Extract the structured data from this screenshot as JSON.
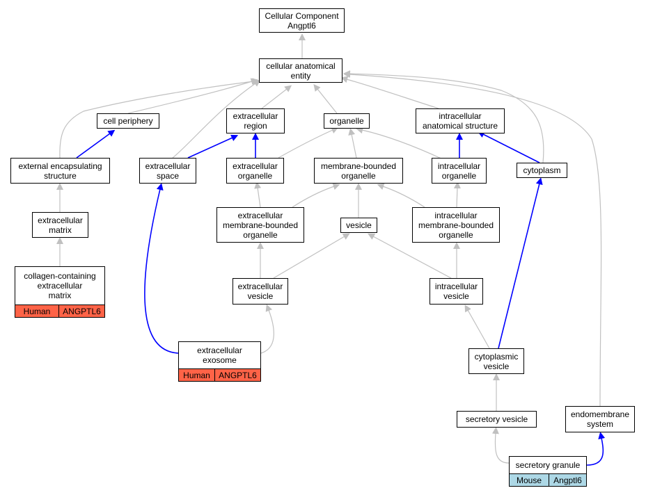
{
  "nodes": {
    "root": {
      "label": "Cellular Component\nAngptl6"
    },
    "cae": {
      "label": "cellular anatomical\nentity"
    },
    "cell_periphery": {
      "label": "cell periphery"
    },
    "ec_region": {
      "label": "extracellular\nregion"
    },
    "organelle": {
      "label": "organelle"
    },
    "ic_anat": {
      "label": "intracellular\nanatomical structure"
    },
    "ext_encaps": {
      "label": "external encapsulating\nstructure"
    },
    "ec_space": {
      "label": "extracellular\nspace"
    },
    "ec_organelle": {
      "label": "extracellular\norganelle"
    },
    "mb_organelle": {
      "label": "membrane-bounded\norganelle"
    },
    "ic_organelle": {
      "label": "intracellular\norganelle"
    },
    "cytoplasm": {
      "label": "cytoplasm"
    },
    "ec_matrix": {
      "label": "extracellular\nmatrix"
    },
    "ec_mb_organelle": {
      "label": "extracellular\nmembrane-bounded\norganelle"
    },
    "vesicle": {
      "label": "vesicle"
    },
    "ic_mb_organelle": {
      "label": "intracellular\nmembrane-bounded\norganelle"
    },
    "collagen": {
      "label": "collagen-containing\nextracellular\nmatrix",
      "species": "Human",
      "gene": "ANGPTL6"
    },
    "ec_vesicle": {
      "label": "extracellular\nvesicle"
    },
    "ic_vesicle": {
      "label": "intracellular\nvesicle"
    },
    "ec_exosome": {
      "label": "extracellular\nexosome",
      "species": "Human",
      "gene": "ANGPTL6"
    },
    "cyto_vesicle": {
      "label": "cytoplasmic\nvesicle"
    },
    "secretory_vesicle": {
      "label": "secretory vesicle"
    },
    "endomembrane": {
      "label": "endomembrane\nsystem"
    },
    "secretory_granule": {
      "label": "secretory granule",
      "species": "Mouse",
      "gene": "Angptl6"
    }
  },
  "edges": [
    {
      "from": "cae",
      "to": "root",
      "relation": "is_a"
    },
    {
      "from": "cell_periphery",
      "to": "cae",
      "relation": "is_a"
    },
    {
      "from": "ec_region",
      "to": "cae",
      "relation": "is_a"
    },
    {
      "from": "organelle",
      "to": "cae",
      "relation": "is_a"
    },
    {
      "from": "ic_anat",
      "to": "cae",
      "relation": "is_a"
    },
    {
      "from": "ext_encaps",
      "to": "cae",
      "relation": "is_a"
    },
    {
      "from": "ec_space",
      "to": "cae",
      "relation": "is_a"
    },
    {
      "from": "cytoplasm",
      "to": "cae",
      "relation": "is_a"
    },
    {
      "from": "endomembrane",
      "to": "cae",
      "relation": "is_a"
    },
    {
      "from": "ext_encaps",
      "to": "cell_periphery",
      "relation": "part_of"
    },
    {
      "from": "ec_space",
      "to": "ec_region",
      "relation": "part_of"
    },
    {
      "from": "ec_organelle",
      "to": "ec_region",
      "relation": "part_of"
    },
    {
      "from": "ec_organelle",
      "to": "organelle",
      "relation": "is_a"
    },
    {
      "from": "mb_organelle",
      "to": "organelle",
      "relation": "is_a"
    },
    {
      "from": "ic_organelle",
      "to": "organelle",
      "relation": "is_a"
    },
    {
      "from": "ic_organelle",
      "to": "ic_anat",
      "relation": "part_of"
    },
    {
      "from": "cytoplasm",
      "to": "ic_anat",
      "relation": "part_of"
    },
    {
      "from": "ec_matrix",
      "to": "ext_encaps",
      "relation": "is_a"
    },
    {
      "from": "ec_mb_organelle",
      "to": "ec_organelle",
      "relation": "is_a"
    },
    {
      "from": "ec_mb_organelle",
      "to": "mb_organelle",
      "relation": "is_a"
    },
    {
      "from": "vesicle",
      "to": "mb_organelle",
      "relation": "is_a"
    },
    {
      "from": "ic_mb_organelle",
      "to": "mb_organelle",
      "relation": "is_a"
    },
    {
      "from": "ic_mb_organelle",
      "to": "ic_organelle",
      "relation": "is_a"
    },
    {
      "from": "collagen",
      "to": "ec_matrix",
      "relation": "is_a"
    },
    {
      "from": "ec_vesicle",
      "to": "ec_mb_organelle",
      "relation": "is_a"
    },
    {
      "from": "ec_vesicle",
      "to": "vesicle",
      "relation": "is_a"
    },
    {
      "from": "ic_vesicle",
      "to": "vesicle",
      "relation": "is_a"
    },
    {
      "from": "ic_vesicle",
      "to": "ic_mb_organelle",
      "relation": "is_a"
    },
    {
      "from": "ec_exosome",
      "to": "ec_vesicle",
      "relation": "is_a"
    },
    {
      "from": "ec_exosome",
      "to": "ec_space",
      "relation": "part_of"
    },
    {
      "from": "cyto_vesicle",
      "to": "ic_vesicle",
      "relation": "is_a"
    },
    {
      "from": "cyto_vesicle",
      "to": "cytoplasm",
      "relation": "part_of"
    },
    {
      "from": "secretory_vesicle",
      "to": "cyto_vesicle",
      "relation": "is_a"
    },
    {
      "from": "secretory_granule",
      "to": "secretory_vesicle",
      "relation": "is_a"
    },
    {
      "from": "secretory_granule",
      "to": "endomembrane",
      "relation": "part_of"
    }
  ],
  "colors": {
    "is_a": "#c0c0c0",
    "part_of": "#0000ff",
    "human": "#ff6347",
    "mouse": "#add8e6",
    "node_border": "#000000"
  }
}
